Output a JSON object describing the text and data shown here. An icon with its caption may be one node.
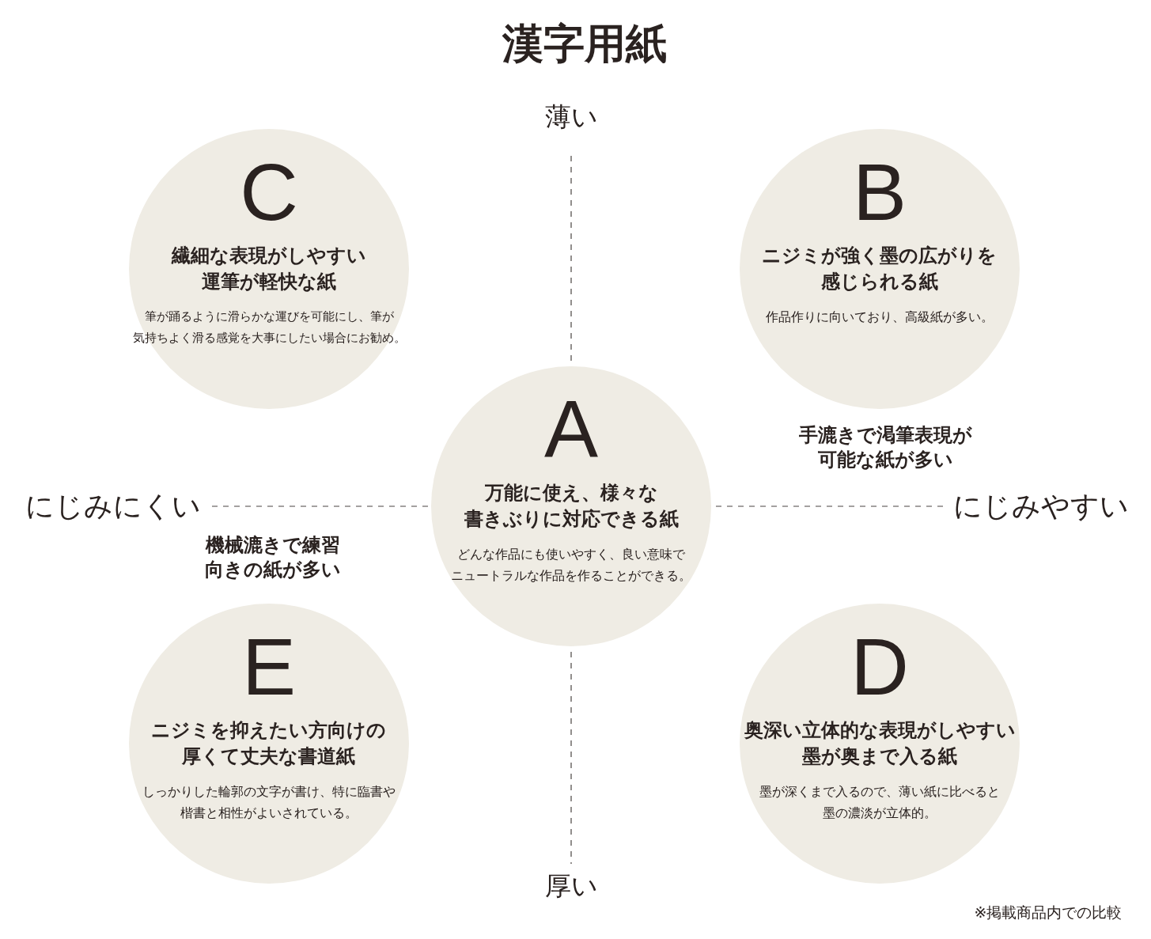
{
  "diagram": {
    "title": "漢字用紙",
    "nodes": [
      {
        "text": [
          "C",
          "繊細な表現がしやすい運筆が軽快な紙",
          "筆が踊るように滑らかな運びを可能にし、筆が気持ちよく滑る感覚を大事にしたい場合にお勧め。"
        ]
      },
      {
        "text": [
          "B",
          "ニジミが強く墨の広がりを感じられる紙",
          "作品作りに向いており、高級紙が多い。"
        ]
      },
      {
        "text": [
          "A",
          "万能に使え、様々な書きぶりに対応できる紙",
          "どんな作品にも使いやすく、良い意味でニュートラルな作品を作ることができる。"
        ]
      },
      {
        "text": [
          "E",
          "ニジミを抑えたい方向けの厚くて丈夫な書道紙",
          "しっかりした輪郭の文字が書け、特に臨書や楷書と相性がよいされている。"
        ]
      },
      {
        "text": [
          "D",
          "奥深い立体的な表現がしやすい墨が奥まで入る紙",
          "墨が深くまで入るので、薄い紙に比べると墨の濃淡が立体的。"
        ]
      }
    ],
    "labels": [
      "薄い",
      "手漉きで渇筆表現が可能な紙が多い",
      "にじみにくい",
      "にじみやすい",
      "機械漉きで練習向きの紙が多い",
      "厚い",
      "※掲載商品内での比較"
    ]
  }
}
